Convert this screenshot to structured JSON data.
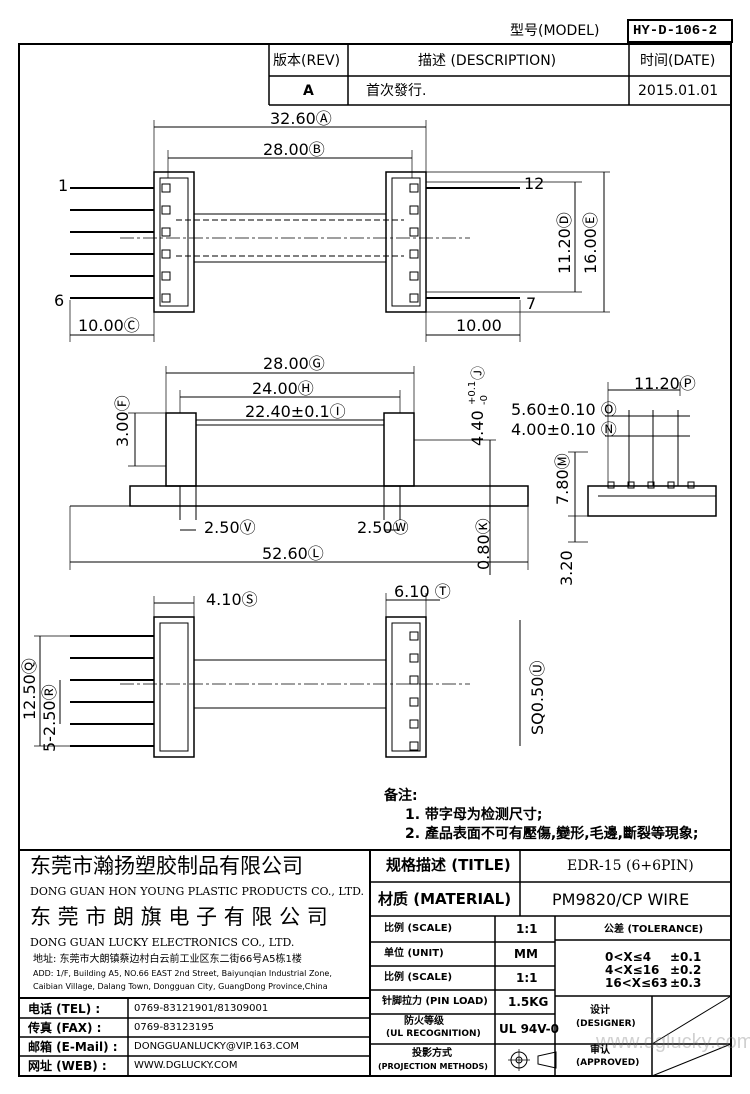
{
  "header": {
    "model_label": "型号(MODEL)",
    "model_value": "HY-D-106-2"
  },
  "revision": {
    "col_rev": "版本(REV)",
    "col_desc": "描述 (DESCRIPTION)",
    "col_date": "时间(DATE)",
    "rev": "A",
    "desc": "首次發行.",
    "date": "2015.01.01"
  },
  "top_view": {
    "dim_a": "32.60Ⓐ",
    "dim_b": "28.00Ⓑ",
    "dim_c": "10.00Ⓒ",
    "dim_right": "10.00",
    "dim_d": "11.20Ⓓ",
    "dim_e": "16.00Ⓔ",
    "pin1": "1",
    "pin6": "6",
    "pin7": "7",
    "pin12": "12"
  },
  "front_view": {
    "dim_g": "28.00Ⓖ",
    "dim_h": "24.00Ⓗ",
    "dim_i": "22.40±0.1Ⓘ",
    "dim_f": "3.00Ⓕ",
    "dim_j": "4.40",
    "dim_j_tol_upper": "+0.1",
    "dim_j_tol_lower": "-0",
    "dim_j_circle": "Ⓙ",
    "dim_v": "2.50Ⓥ",
    "dim_w": "2.50Ⓦ",
    "dim_l": "52.60Ⓛ",
    "dim_k": "0.80Ⓚ"
  },
  "side_view": {
    "dim_p": "11.20Ⓟ",
    "dim_o": "5.60±0.10 Ⓞ",
    "dim_n": "4.00±0.10 Ⓝ",
    "dim_m": "7.80Ⓜ",
    "dim_320": "3.20"
  },
  "bottom_view": {
    "dim_s": "4.10Ⓢ",
    "dim_t": "6.10 Ⓣ",
    "dim_q": "12.50Ⓠ",
    "dim_r": "5-2.50Ⓡ",
    "dim_sq": "SQ0.50Ⓤ"
  },
  "notes": {
    "title": "备注:",
    "line1": "1. 带字母为检测尺寸;",
    "line2": "2. 產品表面不可有壓傷,變形,毛邊,斷裂等現象;"
  },
  "company": {
    "name1_cn": "东莞市瀚扬塑胶制品有限公司",
    "name1_en": "DONG GUAN HON YOUNG PLASTIC PRODUCTS CO., LTD.",
    "name2_cn": "东 莞 市 朗 旗 电 子 有 限 公 司",
    "name2_en": "DONG GUAN LUCKY ELECTRONICS CO., LTD.",
    "address_cn": "地址: 东莞市大朗镇蔡边村白云前工业区东二街66号A5栋1楼",
    "address_en1": "ADD: 1/F, Building A5, NO.66 EAST 2nd Street, Baiyunqian Industrial Zone,",
    "address_en2": "Caibian Village, Dalang Town, Dongguan City, GuangDong Province,China"
  },
  "contacts": [
    {
      "label": "电话 (TEL) :",
      "value": "0769-83121901/81309001"
    },
    {
      "label": "传真 (FAX) :",
      "value": "0769-83123195"
    },
    {
      "label": "邮箱 (E-Mail) :",
      "value": "DONGGUANLUCKY@VIP.163.COM"
    },
    {
      "label": "网址 (WEB) :",
      "value": "WWW.DGLUCKY.COM"
    }
  ],
  "spec": {
    "title_label": "规格描述 (TITLE)",
    "title_value": "EDR-15 (6+6PIN)",
    "material_label": "材质 (MATERIAL)",
    "material_value": "PM9820/CP WIRE",
    "scale_label": "比例 (SCALE)",
    "scale_value": "1:1",
    "unit_label": "单位 (UNIT)",
    "unit_value": "MM",
    "scale2_label": "比例 (SCALE)",
    "scale2_value": "1:1",
    "pinload_label": "针脚拉力 (PIN LOAD)",
    "pinload_value": "1.5KG",
    "ul_label1": "防火等级",
    "ul_label2": "(UL RECOGNITION)",
    "ul_value": "UL 94V-0",
    "proj_label1": "投影方式",
    "proj_label2": "(PROJECTION METHODS)",
    "tolerance_label": "公差 (TOLERANCE)",
    "tol1_range": "0<X≤4",
    "tol1_value": "±0.1",
    "tol2_range": "4<X≤16",
    "tol2_value": "±0.2",
    "tol3_range": "16<X≤63",
    "tol3_value": "±0.3",
    "designer_label1": "设计",
    "designer_label2": "(DESIGNER)",
    "approved_label1": "审认",
    "approved_label2": "(APPROVED)"
  },
  "watermark": "www.dglucky.com"
}
